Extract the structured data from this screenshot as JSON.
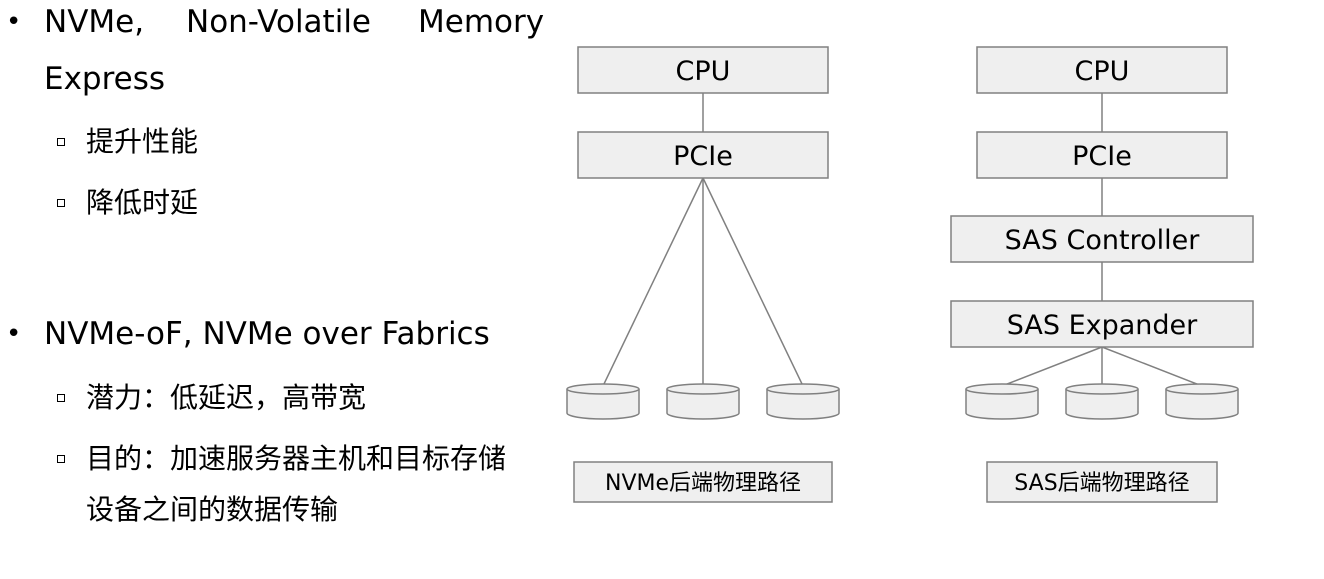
{
  "left_text": {
    "bullet1": {
      "line1_parts": [
        "NVMe,",
        "Non-Volatile",
        "Memory"
      ],
      "line2": "Express",
      "subs": [
        "提升性能",
        "降低时延"
      ]
    },
    "bullet2": {
      "line1": "NVMe-oF, NVMe over Fabrics",
      "sub1": "潜力：低延迟，高带宽",
      "sub2_line1": "目的：加速服务器主机和目标存储",
      "sub2_line2": "设备之间的数据传输"
    }
  },
  "nvme_diagram": {
    "cpu": "CPU",
    "pcie": "PCIe",
    "caption": "NVMe后端物理路径",
    "disk_count": 3
  },
  "sas_diagram": {
    "cpu": "CPU",
    "pcie": "PCIe",
    "controller": "SAS Controller",
    "expander": "SAS Expander",
    "caption": "SAS后端物理路径",
    "disk_count": 3
  },
  "colors": {
    "box_fill": "#efefef",
    "box_stroke": "#808080",
    "line": "#808080"
  }
}
